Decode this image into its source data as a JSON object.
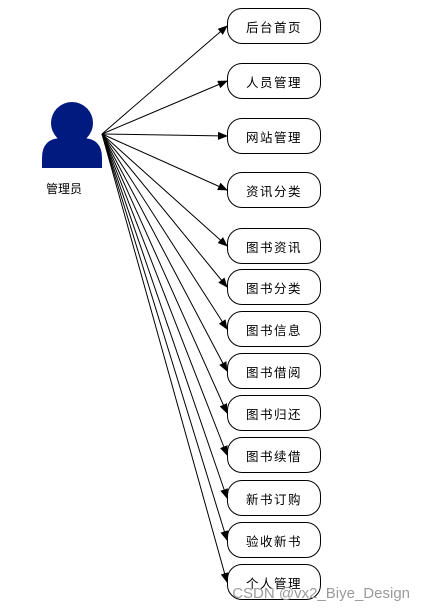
{
  "actor": {
    "label": "管理员",
    "icon": "user-icon",
    "color": "#001a80"
  },
  "modules": [
    {
      "label": "后台首页"
    },
    {
      "label": "人员管理"
    },
    {
      "label": "网站管理"
    },
    {
      "label": "资讯分类"
    },
    {
      "label": "图书资讯"
    },
    {
      "label": "图书分类"
    },
    {
      "label": "图书信息"
    },
    {
      "label": "图书借阅"
    },
    {
      "label": "图书归还"
    },
    {
      "label": "图书续借"
    },
    {
      "label": "新书订购"
    },
    {
      "label": "验收新书"
    },
    {
      "label": "个人管理"
    }
  ],
  "watermark": "CSDN @vx2_Biye_Design"
}
